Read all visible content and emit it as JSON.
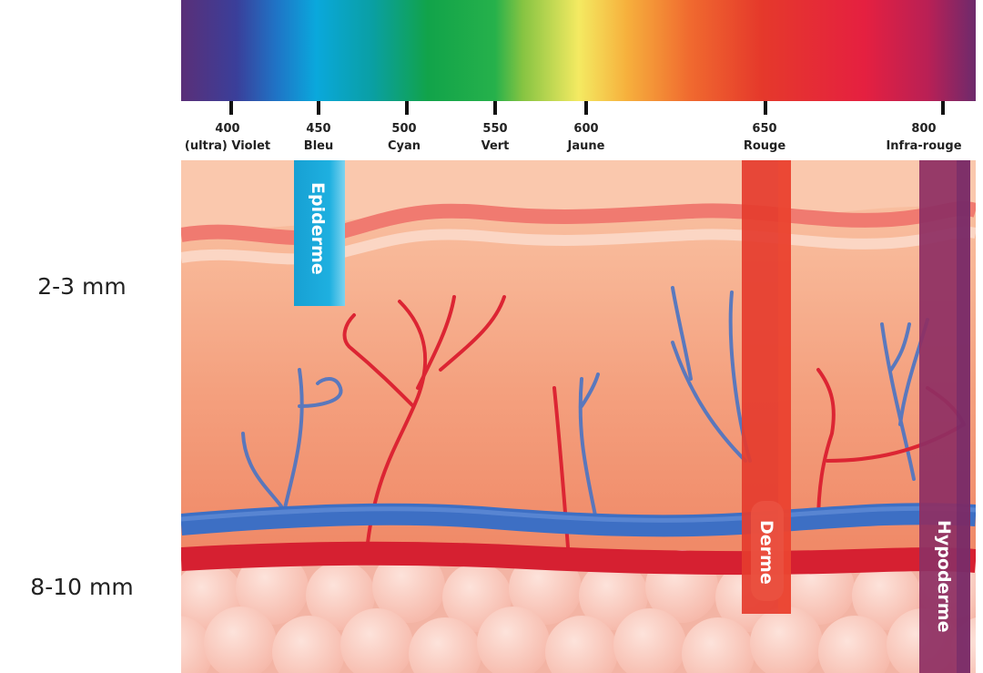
{
  "spectrum": {
    "ticks": [
      {
        "value": "400",
        "name": "(ultra) Violet"
      },
      {
        "value": "450",
        "name": "Bleu"
      },
      {
        "value": "500",
        "name": "Cyan"
      },
      {
        "value": "550",
        "name": "Vert"
      },
      {
        "value": "600",
        "name": "Jaune"
      },
      {
        "value": "650",
        "name": "Rouge"
      },
      {
        "value": "800",
        "name": "Infra-rouge"
      }
    ]
  },
  "depths": {
    "shallow": "2-3 mm",
    "deep": "8-10 mm"
  },
  "layers": {
    "epidermis": "Epiderme",
    "dermis": "Derme",
    "hypodermis": "Hypoderme"
  },
  "colors": {
    "blue_band": "#1aa6d6",
    "red_band": "#e53c2e",
    "ir_band": "#8e2f63",
    "artery": "#de2431",
    "vein": "#3d6fc4"
  }
}
